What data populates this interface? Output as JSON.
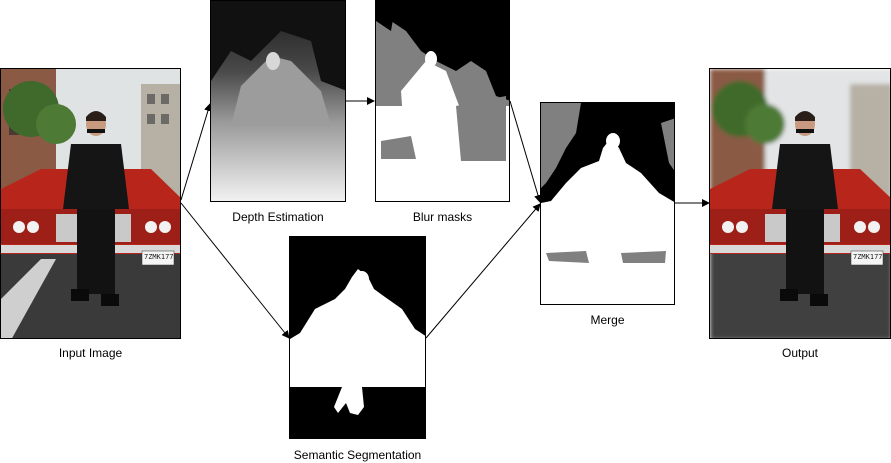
{
  "labels": {
    "input": "Input Image",
    "depth": "Depth Estimation",
    "blur": "Blur masks",
    "segmentation": "Semantic Segmentation",
    "merge": "Merge",
    "output": "Output"
  },
  "license_plate": "7ZMK177",
  "colors": {
    "car_red": "#b8261b",
    "sky": "#e8ebec",
    "road": "#3a3a3a",
    "mask_white": "#ffffff",
    "mask_gray": "#808080",
    "mask_black": "#000000"
  }
}
